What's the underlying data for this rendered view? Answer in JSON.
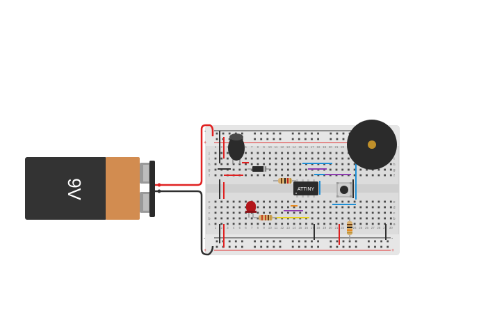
{
  "battery": {
    "label": "9V",
    "body_color": "#333333",
    "label_band_color": "#d28c50",
    "terminal_color": "#9a9a9a",
    "label_text_color": "#ffffff"
  },
  "breadboard": {
    "color": "#dcdcdc",
    "rail_red": "#e03030",
    "rail_black": "#303030",
    "row_letters_top": [
      "j",
      "i",
      "h",
      "g",
      "f"
    ],
    "row_letters_bottom": [
      "e",
      "d",
      "c",
      "b",
      "a"
    ],
    "rail_signs": [
      "+",
      "-"
    ],
    "column_numbers": [
      "1",
      "2",
      "3",
      "4",
      "5",
      "6",
      "7",
      "8",
      "9",
      "10",
      "11",
      "12",
      "13",
      "14",
      "15",
      "16",
      "17",
      "18",
      "19",
      "20",
      "21",
      "22",
      "23",
      "24",
      "25",
      "26",
      "27",
      "28",
      "29",
      "30"
    ]
  },
  "chip": {
    "label": "ATTINY",
    "color": "#2b2b2b"
  },
  "capacitor_color": "#2b2b2b",
  "led_color": "#b3161b",
  "buzzer": {
    "body_color": "#2b2b2b",
    "center_color": "#c0902a"
  },
  "wire_colors": {
    "red": "#e02020",
    "black": "#303030",
    "blue": "#1e8fd6",
    "purple": "#8e3db0",
    "yellow": "#e8d020",
    "orange": "#e88a20"
  }
}
